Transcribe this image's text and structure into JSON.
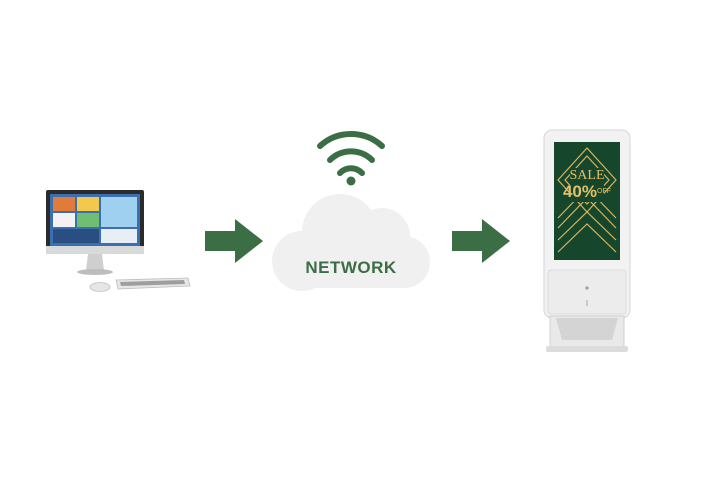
{
  "colors": {
    "accent_green": "#3b6e45",
    "cloud_gray": "#f0f0f0",
    "device_white": "#f2f2f2",
    "screen_green": "#16472c",
    "gold": "#d9b45c"
  },
  "icons": {
    "wifi": "wifi-icon",
    "arrow": "arrow-right-icon",
    "cloud": "cloud-icon"
  },
  "nodes": {
    "computer": {
      "kind": "desktop-computer"
    },
    "network": {
      "label": "NETWORK"
    },
    "kiosk": {
      "screen": {
        "sale": "SALE",
        "percent": "40",
        "percent_sign": "%",
        "off": "OFF"
      }
    }
  }
}
